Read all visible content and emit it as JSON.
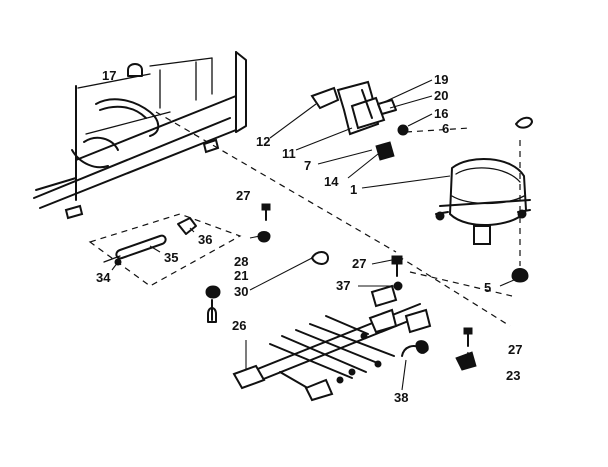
{
  "diagram": {
    "callouts": [
      {
        "key": "p17",
        "text": "17"
      },
      {
        "key": "p12",
        "text": "12"
      },
      {
        "key": "p19",
        "text": "19"
      },
      {
        "key": "p20",
        "text": "20"
      },
      {
        "key": "p16",
        "text": "16"
      },
      {
        "key": "p6",
        "text": "6"
      },
      {
        "key": "p11",
        "text": "11"
      },
      {
        "key": "p7",
        "text": "7"
      },
      {
        "key": "p14",
        "text": "14"
      },
      {
        "key": "p1",
        "text": "1"
      },
      {
        "key": "p27a",
        "text": "27"
      },
      {
        "key": "p36",
        "text": "36"
      },
      {
        "key": "p35",
        "text": "35"
      },
      {
        "key": "p34",
        "text": "34"
      },
      {
        "key": "p28",
        "text": "28"
      },
      {
        "key": "p21",
        "text": "21"
      },
      {
        "key": "p30",
        "text": "30"
      },
      {
        "key": "p27b",
        "text": "27"
      },
      {
        "key": "p37",
        "text": "37"
      },
      {
        "key": "p5",
        "text": "5"
      },
      {
        "key": "p26",
        "text": "26"
      },
      {
        "key": "p27c",
        "text": "27"
      },
      {
        "key": "p23",
        "text": "23"
      },
      {
        "key": "p38",
        "text": "38"
      }
    ]
  }
}
